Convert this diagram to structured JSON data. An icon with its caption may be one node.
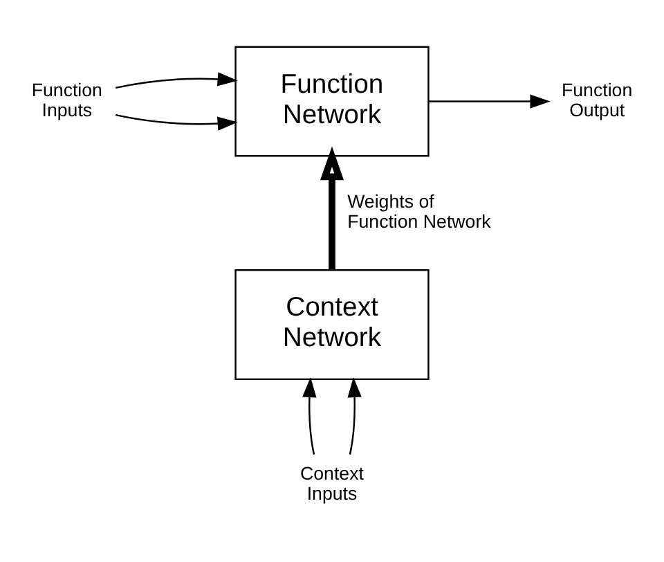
{
  "diagram": {
    "nodes": [
      {
        "text": [
          "Function Network"
        ]
      },
      {
        "text": [
          "Context Network"
        ]
      },
      {
        "text": [
          "Function Inputs"
        ]
      },
      {
        "text": [
          "Function Output"
        ]
      },
      {
        "text": [
          "Context Inputs"
        ]
      }
    ],
    "edges": [
      {
        "from": 2,
        "to": 0,
        "arrow": "to"
      },
      {
        "from": 2,
        "to": 0,
        "arrow": "to"
      },
      {
        "from": 0,
        "to": 3,
        "arrow": "to"
      },
      {
        "from": 1,
        "to": 0,
        "arrow": "to",
        "label": "Weights of Function Network",
        "style": "thick"
      },
      {
        "from": 4,
        "to": 1,
        "arrow": "to"
      },
      {
        "from": 4,
        "to": 1,
        "arrow": "to"
      }
    ]
  }
}
